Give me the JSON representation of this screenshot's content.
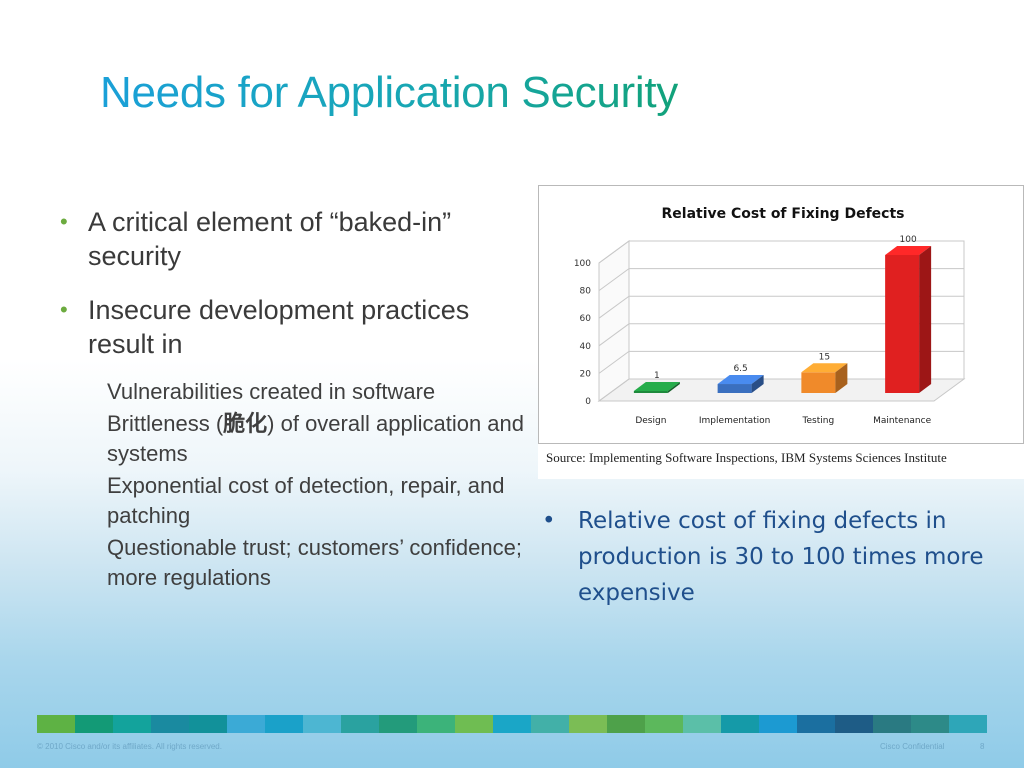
{
  "slide": {
    "title": "Needs for Application Security"
  },
  "bullets": [
    {
      "text": "A critical element of “baked-in” security"
    },
    {
      "text": "Insecure development practices result in"
    }
  ],
  "subbullets": [
    {
      "text": "Vulnerabilities created in software"
    },
    {
      "text_pre": "Brittleness (",
      "text_cjk": "脆化",
      "text_post": ") of overall application and systems"
    },
    {
      "text": "Exponential cost of detection, repair, and patching"
    },
    {
      "text": "Questionable trust; customers’ confidence; more regulations"
    }
  ],
  "chart_source": "Source: Implementing  Software Inspections, IBM Systems Sciences Institute",
  "right_bullet": "Relative cost of fixing defects in production is 30 to 100 times more expensive",
  "footer": {
    "copyright": "© 2010 Cisco and/or its affiliates. All rights reserved.",
    "confidential": "Cisco Confidential",
    "page": "8"
  },
  "colors": {
    "bullet_green": "#6cab3f",
    "right_text_blue": "#1f4f8c",
    "bar_design": "#1e8a3c",
    "bar_implementation": "#3a6fbf",
    "bar_testing": "#f08a2a",
    "bar_maintenance": "#e02020"
  },
  "stripe_colors": [
    "#5eb244",
    "#139a76",
    "#13a39c",
    "#1a8aa0",
    "#12919a",
    "#3baad6",
    "#1aa1c9",
    "#4db6d2",
    "#2aa2a0",
    "#239b7b",
    "#3cb37a",
    "#6fbd52",
    "#1aa6c7",
    "#42b0a8",
    "#7bbd55",
    "#4ea14a",
    "#5cb85c",
    "#5bbfa8",
    "#159aa8",
    "#1c9ad2",
    "#1b6fa0",
    "#1e5c86",
    "#2a7a82",
    "#2d8a88",
    "#2ea6b8"
  ],
  "chart_data": {
    "type": "bar",
    "title": "Relative Cost of Fixing Defects",
    "categories": [
      "Design",
      "Implementation",
      "Testing",
      "Maintenance"
    ],
    "values": [
      1,
      6.5,
      15,
      100
    ],
    "value_labels": [
      "1",
      "6.5",
      "15",
      "100"
    ],
    "yticks": [
      "0",
      "20",
      "40",
      "60",
      "80",
      "100"
    ],
    "ylim": [
      0,
      100
    ],
    "grid": true,
    "style": "3d"
  }
}
